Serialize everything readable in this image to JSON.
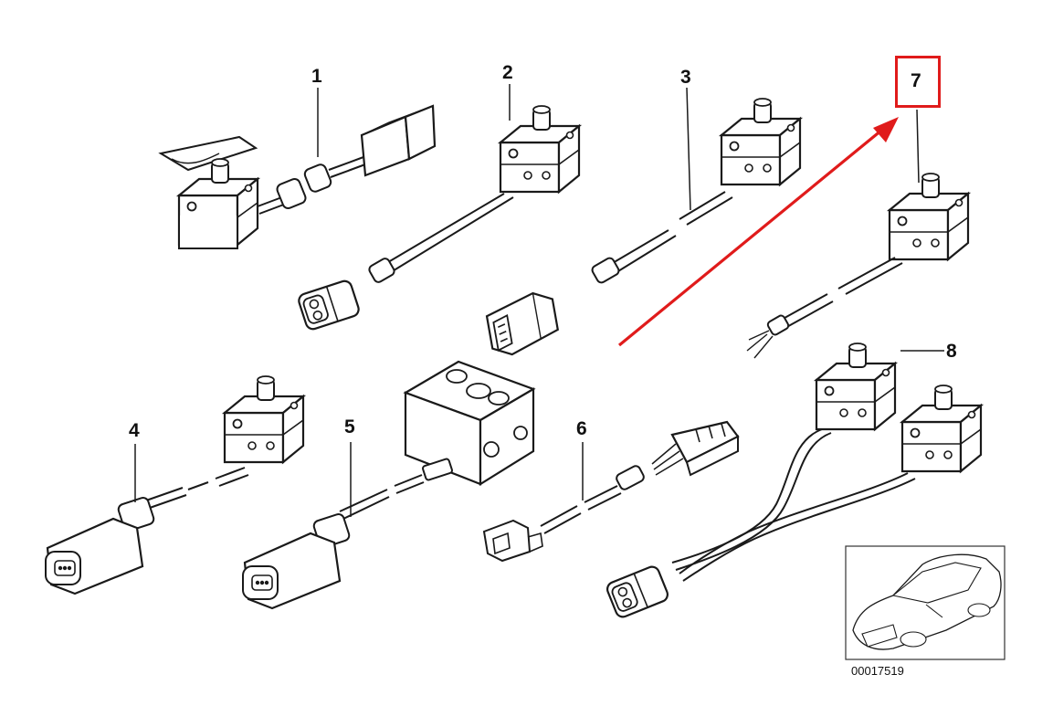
{
  "callouts": {
    "c1": "1",
    "c2": "2",
    "c3": "3",
    "c4": "4",
    "c5": "5",
    "c6": "6",
    "c7": "7",
    "c8": "8"
  },
  "figure_id": "00017519",
  "colors": {
    "highlight": "#e01b1b",
    "line": "#1a1a1a",
    "switch_fill": "#ffffff"
  }
}
